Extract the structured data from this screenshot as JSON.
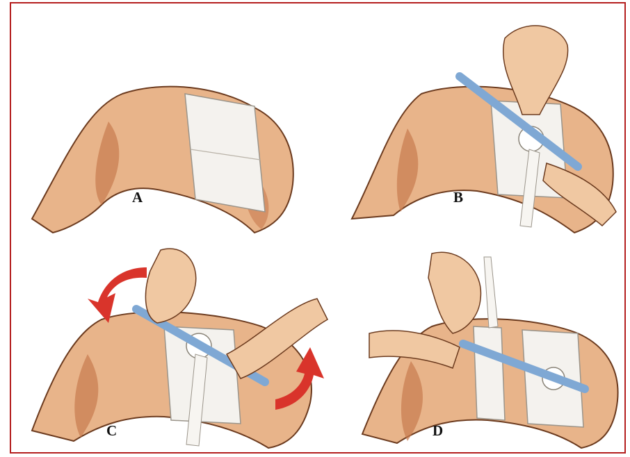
{
  "figure": {
    "labels": {
      "a": "A",
      "b": "B",
      "c": "C",
      "d": "D"
    },
    "colors": {
      "border": "#b41e1e",
      "skin": "#e8b48a",
      "skin_shade": "#c87a4e",
      "bandage": "#f4f2ee",
      "stick": "#7fa8d4",
      "arrow": "#d9342b"
    }
  }
}
